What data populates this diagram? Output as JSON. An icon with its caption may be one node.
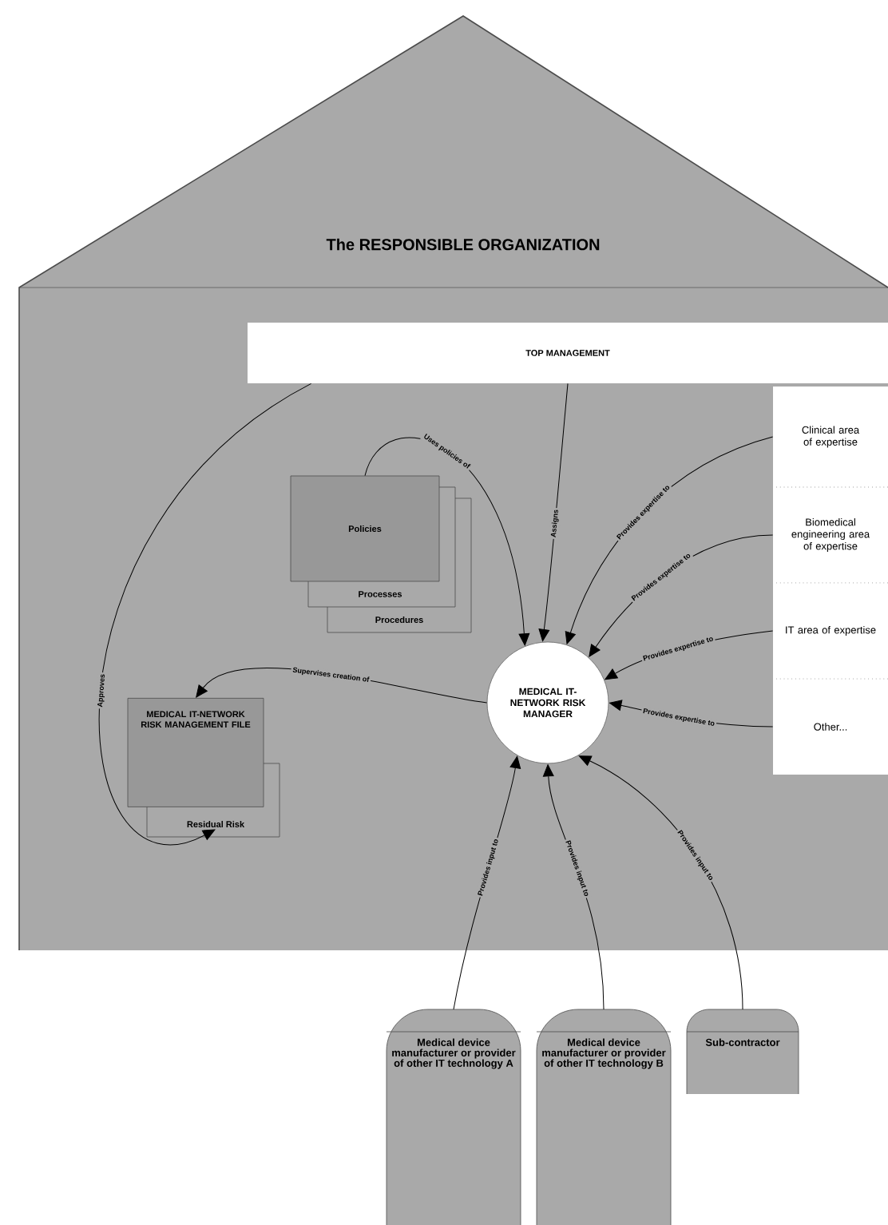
{
  "diagram": {
    "nodes": [
      {
        "text": [
          "The RESPONSIBLE ORGANIZATION"
        ]
      },
      {
        "text": [
          "TOP MANAGEMENT"
        ],
        "in": 0
      },
      {
        "text": [
          "Policies"
        ],
        "in": 0
      },
      {
        "text": [
          "Processes"
        ],
        "in": 0
      },
      {
        "text": [
          "Procedures"
        ],
        "in": 0
      },
      {
        "text": [
          "Clinical area of expertise"
        ],
        "in": 0
      },
      {
        "text": [
          "Biomedical engineering area of expertise"
        ],
        "in": 0
      },
      {
        "text": [
          "IT area of expertise"
        ],
        "in": 0
      },
      {
        "text": [
          "Other..."
        ],
        "in": 0
      },
      {
        "text": [
          "MEDICAL IT-NETWORK RISK MANAGER"
        ],
        "in": 0
      },
      {
        "text": [
          "MEDICAL IT-NETWORK RISK MANAGEMENT FILE"
        ],
        "in": 0
      },
      {
        "text": [
          "Residual Risk"
        ],
        "in": 0
      },
      {
        "text": [
          "Medical device manufacturer or provider of other IT technology A"
        ]
      },
      {
        "text": [
          "Medical device manufacturer or provider of other IT technology B"
        ]
      },
      {
        "text": [
          "Sub-contractor"
        ]
      }
    ],
    "edges": [
      {
        "from": 1,
        "to": 9,
        "arrow": "to",
        "label": "Assigns"
      },
      {
        "from": 1,
        "to": 11,
        "arrow": "to",
        "label": "Approves"
      },
      {
        "from": 2,
        "to": 9,
        "arrow": "to",
        "label": "Uses policies of"
      },
      {
        "from": 5,
        "to": 9,
        "arrow": "to",
        "label": "Provides expertise to"
      },
      {
        "from": 6,
        "to": 9,
        "arrow": "to",
        "label": "Provides expertise to"
      },
      {
        "from": 7,
        "to": 9,
        "arrow": "to",
        "label": "Provides expertise to"
      },
      {
        "from": 8,
        "to": 9,
        "arrow": "to",
        "label": "Provides expertise to"
      },
      {
        "from": 9,
        "to": 10,
        "arrow": "to",
        "label": "Supervises creation of"
      },
      {
        "from": 12,
        "to": 9,
        "arrow": "to",
        "label": "Provides input to"
      },
      {
        "from": 13,
        "to": 9,
        "arrow": "to",
        "label": "Provides input to"
      },
      {
        "from": 14,
        "to": 9,
        "arrow": "to",
        "label": "Provides input to"
      }
    ]
  }
}
